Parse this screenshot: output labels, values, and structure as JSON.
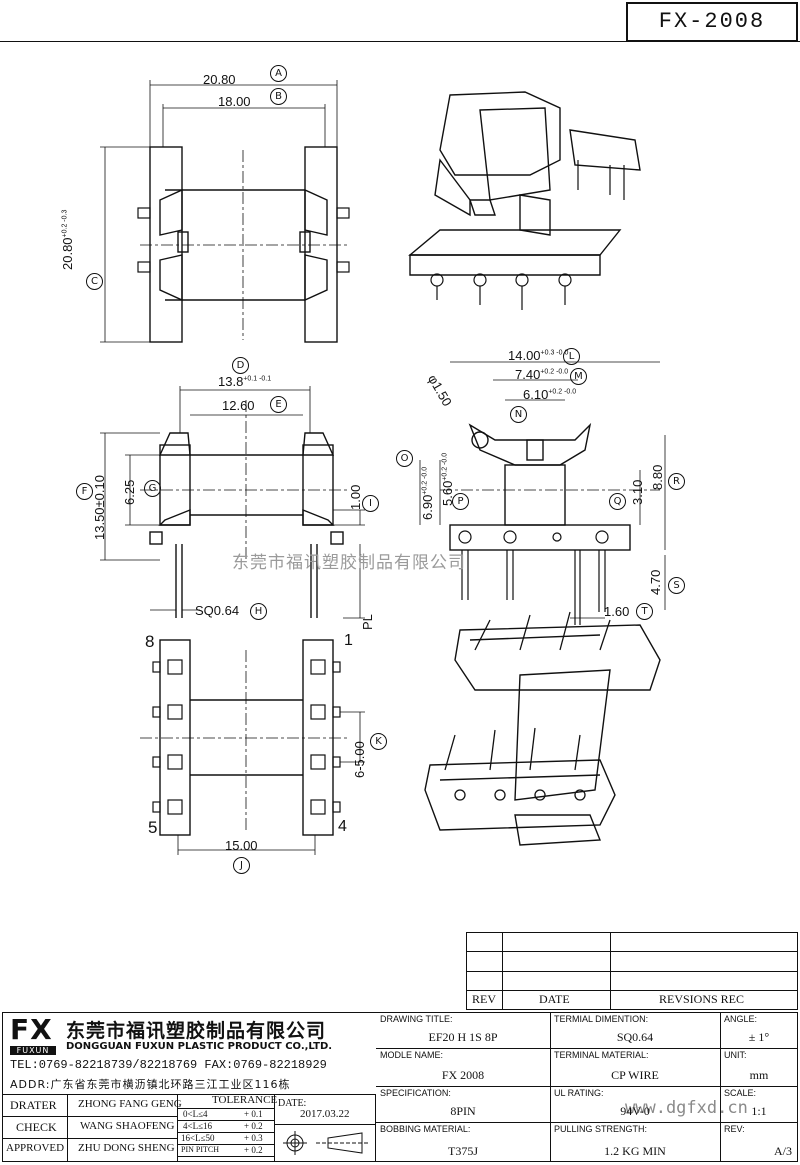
{
  "drawing_no": "FX-2008",
  "watermark": "东莞市福讯塑胶制品有限公司",
  "watermark_url": "www.dgfxd.cn",
  "dims": {
    "a": "20.80",
    "b": "18.00",
    "c": "20.80",
    "c_tol": "+0.2 -0.3",
    "d": "13.8",
    "d_tol": "+0.1 -0.1",
    "e": "12.60",
    "f": "13.50±0.10",
    "g": "6.25",
    "h": "SQ0.64",
    "i": "1.00",
    "pl": "PL",
    "k": "6-5.00",
    "j": "15.00",
    "l": "14.00",
    "l_tol": "+0.3 -0.0",
    "m": "7.40",
    "m_tol": "+0.2 -0.0",
    "n": "6.10",
    "n_tol": "+0.2 -0.0",
    "o": "φ1.50",
    "p": "5.60",
    "p_tol": "+0.2 -0.0",
    "q": "6.90",
    "q_tol": "+0.2 -0.0",
    "r": "8.80",
    "r2": "3.10",
    "s": "4.70",
    "t": "1.60",
    "pin8": "8",
    "pin1": "1",
    "pin5": "5",
    "pin4": "4"
  },
  "circles": [
    "A",
    "B",
    "C",
    "D",
    "E",
    "F",
    "G",
    "H",
    "I",
    "J",
    "K",
    "L",
    "M",
    "N",
    "O",
    "P",
    "Q",
    "R",
    "S",
    "T"
  ],
  "rev_table": {
    "rev": "REV",
    "date": "DATE",
    "rec": "REVSIONS REC"
  },
  "company": {
    "logo": "FX",
    "logo_sub": "FUXUN",
    "name_cn": "东莞市福讯塑胶制品有限公司",
    "name_en": "DONGGUAN FUXUN PLASTIC PRODUCT CO.,LTD.",
    "tel": "TEL:0769-82218739/82218769 FAX:0769-82218929",
    "addr": "ADDR:广东省东莞市横沥镇北环路三江工业区116栋"
  },
  "people": [
    {
      "role": "DRATER",
      "name": "ZHONG FANG GENG"
    },
    {
      "role": "CHECK",
      "name": "WANG SHAOFENG"
    },
    {
      "role": "APPROVED",
      "name": "ZHU DONG SHENG"
    }
  ],
  "tolerance": {
    "title": "TOLERANCE",
    "rows": [
      {
        "range": "0<L≤4",
        "tol": "+ 0.1"
      },
      {
        "range": "4<L≤16",
        "tol": "+ 0.2"
      },
      {
        "range": "16<L≤50",
        "tol": "+ 0.3"
      },
      {
        "range": "PIN PITCH",
        "tol": "+ 0.2"
      }
    ]
  },
  "date_label": "DATE:",
  "date_value": "2017.03.22",
  "fields": {
    "drawing_title_label": "DRAWING TITLE:",
    "drawing_title": "EF20 H 1S 8P",
    "terminal_dim_label": "TERMIAL DIMENTION:",
    "terminal_dim": "SQ0.64",
    "angle_label": "ANGLE:",
    "angle": "± 1°",
    "model_label": "MODLE NAME:",
    "model": "FX 2008",
    "terminal_mat_label": "TERMINAL MATERIAL:",
    "terminal_mat": "CP WIRE",
    "unit_label": "UNIT:",
    "unit": "mm",
    "spec_label": "SPECIFICATION:",
    "spec": "8PIN",
    "ul_label": "UL RATING:",
    "ul": "94V-0",
    "scale_label": "SCALE:",
    "scale": "1:1",
    "bobbin_label": "BOBBING MATERIAL:",
    "bobbin": "T375J",
    "pull_label": "PULLING STRENGTH:",
    "pull": "1.2 KG MIN",
    "rev_label": "REV:",
    "rev": "A/3"
  }
}
